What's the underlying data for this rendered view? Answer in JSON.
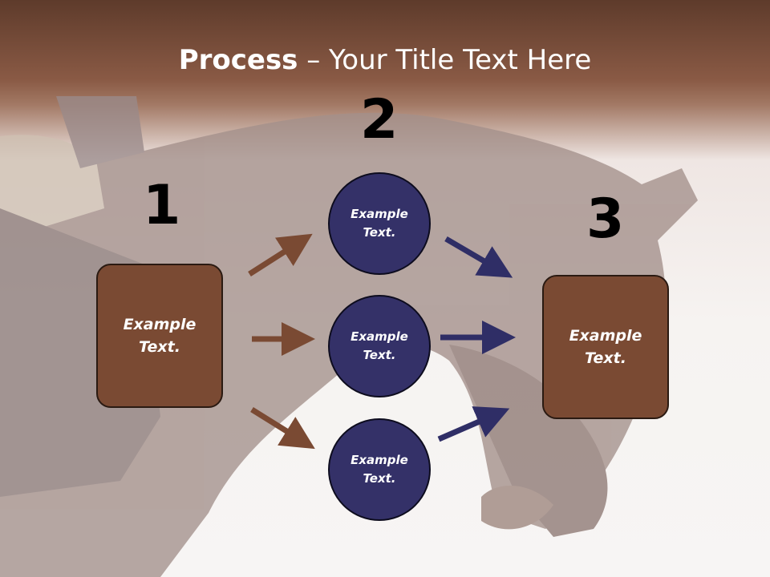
{
  "title": {
    "bold": "Process",
    "rest": " – Your Title Text Here"
  },
  "steps": {
    "n1": "1",
    "n2": "2",
    "n3": "3"
  },
  "boxes": {
    "left": {
      "line1": "Example",
      "line2": "Text."
    },
    "right": {
      "line1": "Example",
      "line2": "Text."
    }
  },
  "circles": [
    {
      "line1": "Example",
      "line2": "Text."
    },
    {
      "line1": "Example",
      "line2": "Text."
    },
    {
      "line1": "Example",
      "line2": "Text."
    }
  ],
  "colors": {
    "box": "#7a4a33",
    "circle": "#343168",
    "arrow_brown": "#7a4a33",
    "arrow_navy": "#2f2e66"
  }
}
